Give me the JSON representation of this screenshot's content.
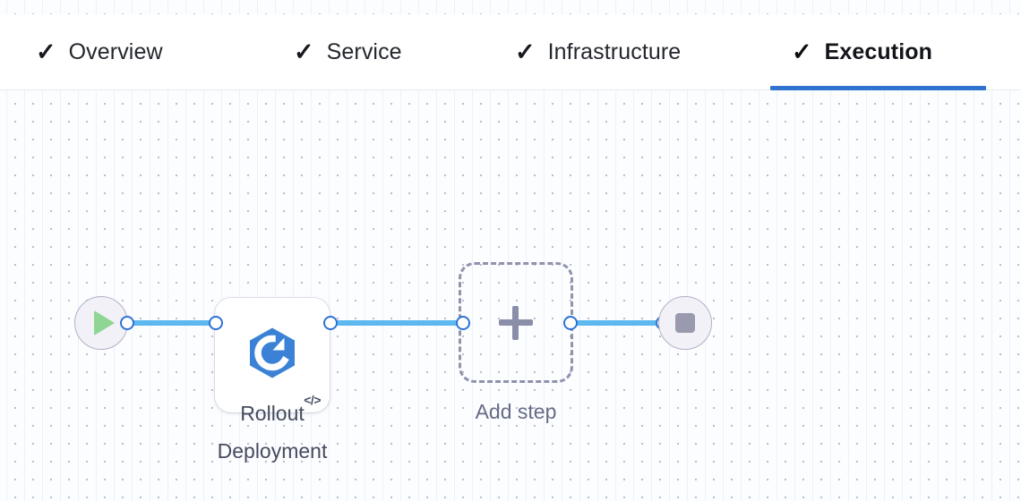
{
  "tabs": [
    {
      "label": "Overview",
      "icon": "check-icon",
      "state": "complete",
      "active": false
    },
    {
      "label": "Service",
      "icon": "check-icon",
      "state": "complete",
      "active": false
    },
    {
      "label": "Infrastructure",
      "icon": "check-icon",
      "state": "complete",
      "active": false
    },
    {
      "label": "Execution",
      "icon": "check-icon",
      "state": "complete",
      "active": true
    }
  ],
  "check_glyph": "✓",
  "colors": {
    "active_tab_underline": "#3174d0",
    "edge": "#5cb8ef",
    "port_ring": "#2f72d4",
    "node_icon_blue": "#3b82d6",
    "start_play": "#8fd694",
    "end_stop": "#9a9aae",
    "terminal_fill": "#f2f1f8",
    "terminal_border": "#b3b1c6",
    "dashed_border": "#9093ac",
    "caption_text": "#464b5e",
    "canvas_dot": "#b9c0cc"
  },
  "flow": {
    "nodes": [
      {
        "id": "start",
        "type": "start-node",
        "icon": "play-icon",
        "label": ""
      },
      {
        "id": "rollout",
        "type": "step-node",
        "icon": "rollout-icon",
        "label": "Rollout\nDeployment",
        "badge": "</>"
      },
      {
        "id": "add",
        "type": "add-step-node",
        "icon": "plus-icon",
        "label": "Add step"
      },
      {
        "id": "end",
        "type": "end-node",
        "icon": "stop-icon",
        "label": ""
      }
    ],
    "edges": [
      {
        "from": "start",
        "to": "rollout"
      },
      {
        "from": "rollout",
        "to": "add"
      },
      {
        "from": "add",
        "to": "end"
      }
    ]
  }
}
